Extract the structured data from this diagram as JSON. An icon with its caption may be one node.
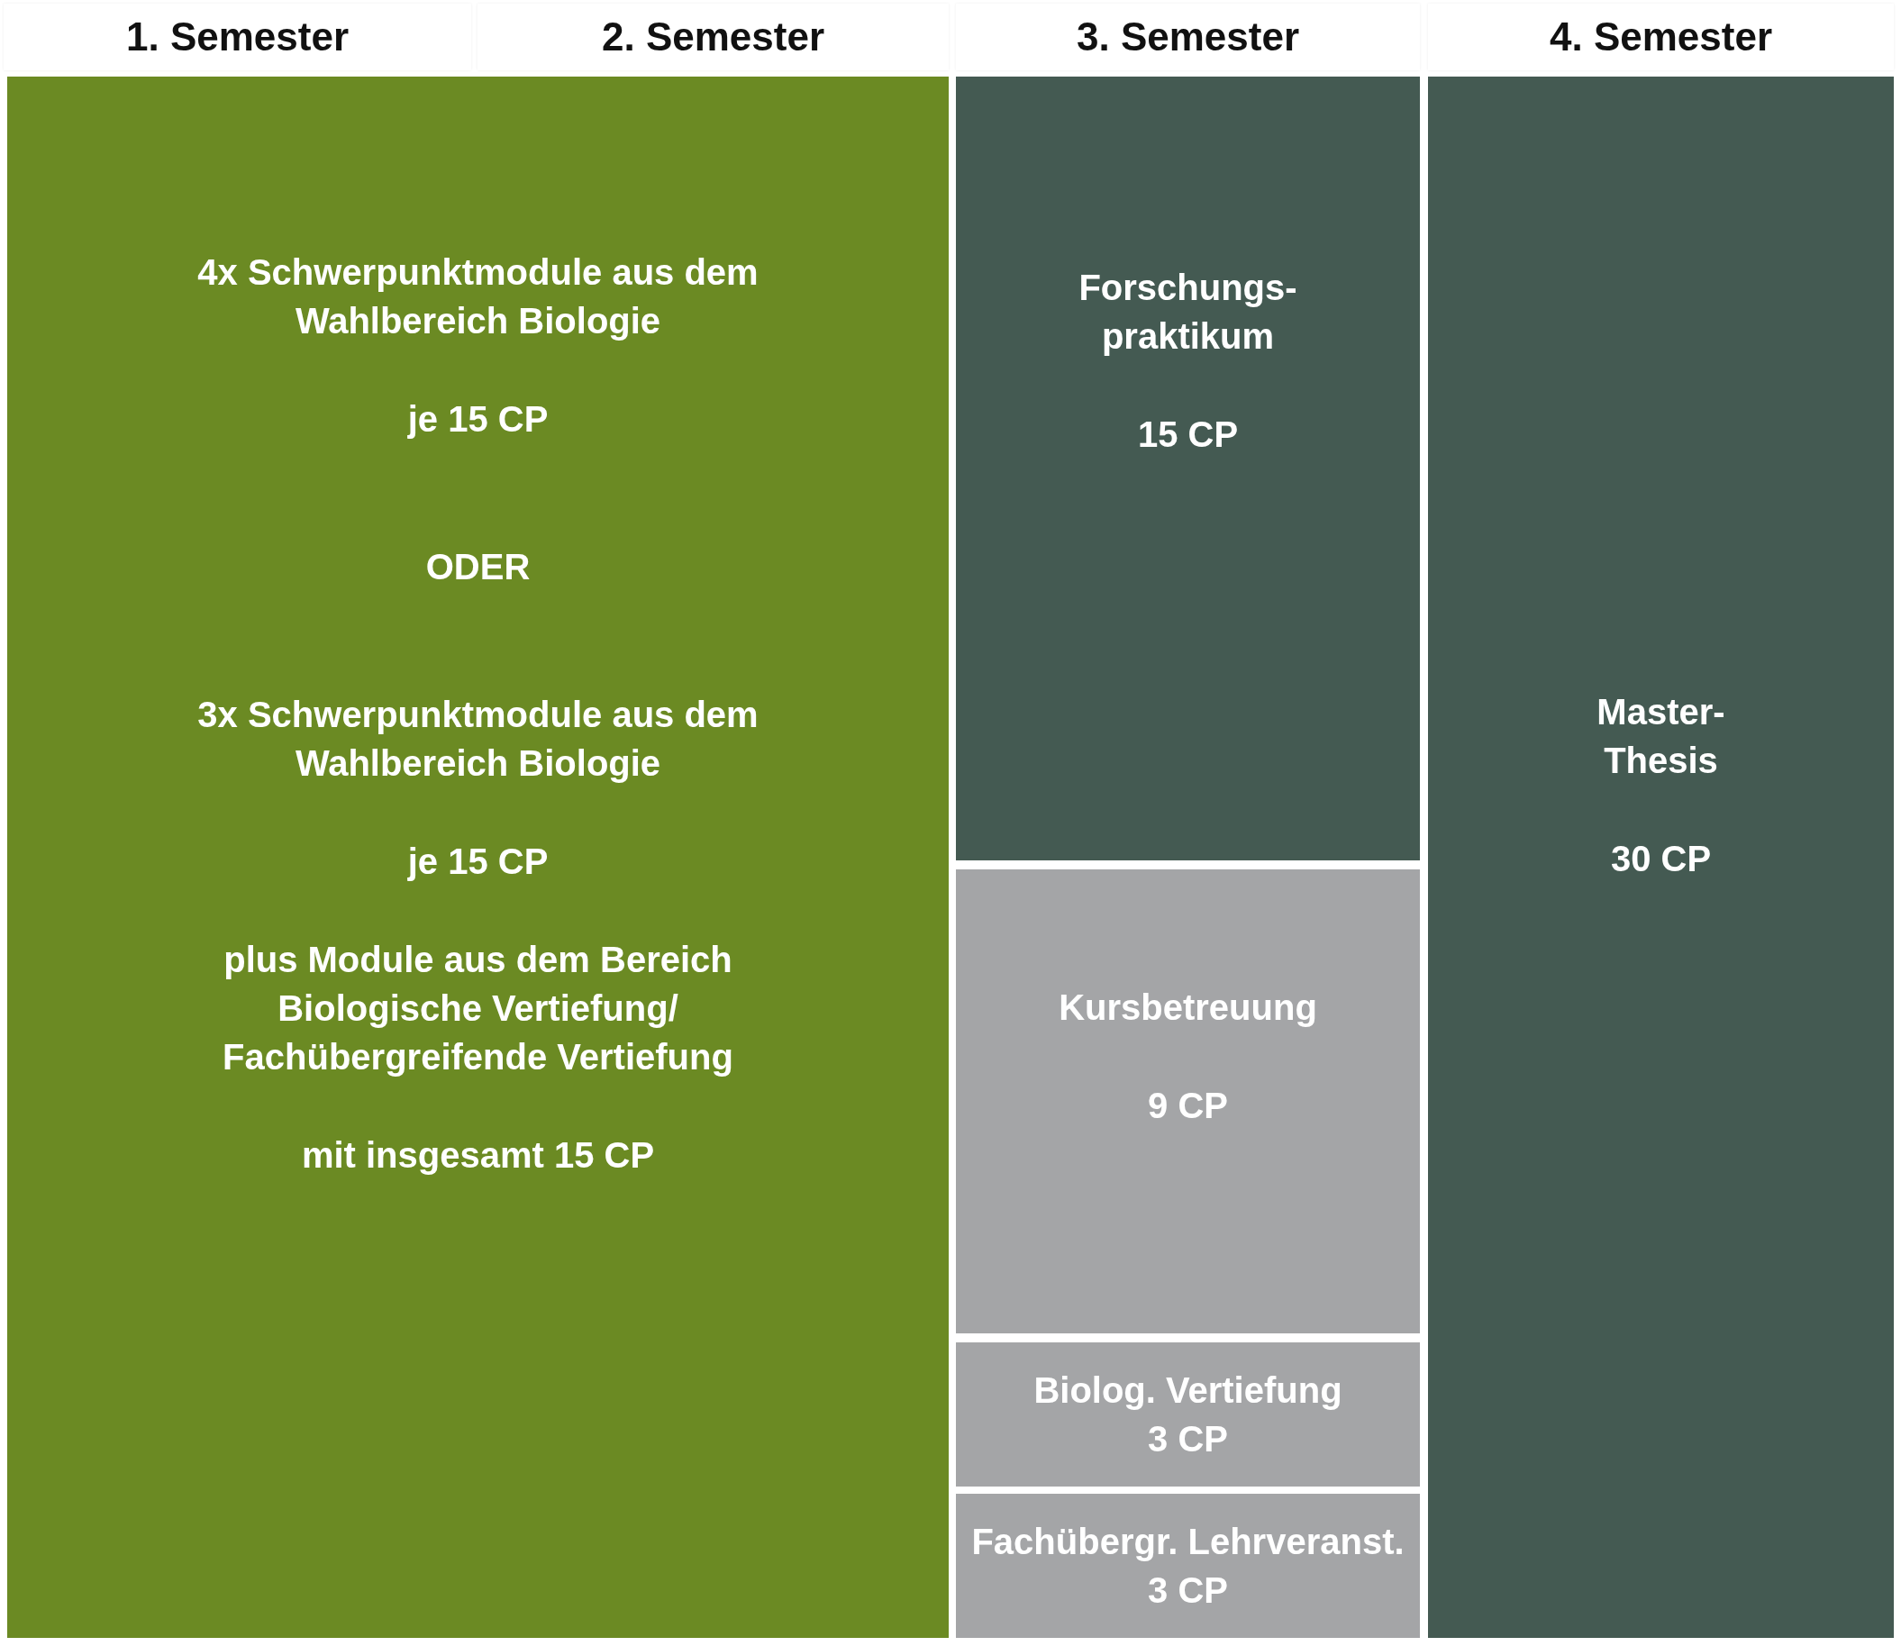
{
  "diagram": {
    "nodes": [
      {
        "text": [
          "4x Schwerpunktmodule aus dem Wahlbereich Biologie",
          "je 15 CP",
          "ODER",
          "3x Schwerpunktmodule aus dem Wahlbereich Biologie",
          "je 15 CP",
          "plus Module aus dem Bereich Biologische Vertiefung/ Fachübergreifende Vertiefung",
          "mit insgesamt 15 CP"
        ]
      },
      {
        "text": [
          "Forschungs- praktikum",
          "15 CP"
        ]
      },
      {
        "text": [
          "Kursbetreuung",
          "9 CP"
        ]
      },
      {
        "text": [
          "Biolog. Vertiefung",
          "3 CP"
        ]
      },
      {
        "text": [
          "Fachübergr. Lehrveranst.",
          "3 CP"
        ]
      },
      {
        "text": [
          "Master- Thesis",
          "30 CP"
        ]
      }
    ],
    "labels": [
      "1. Semester",
      "2. Semester",
      "3. Semester",
      "4. Semester"
    ]
  }
}
